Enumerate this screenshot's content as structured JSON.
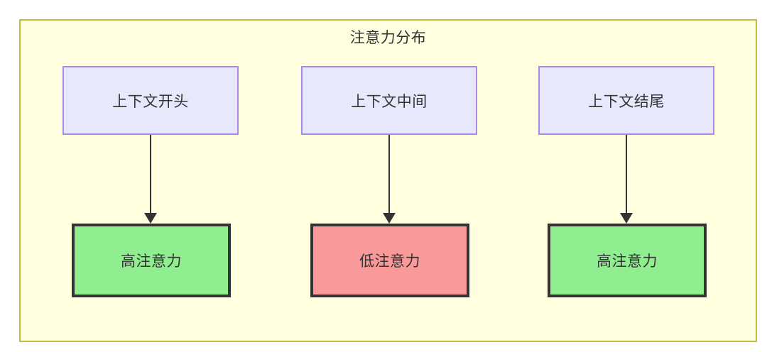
{
  "diagram": {
    "title": "注意力分布",
    "colors": {
      "container_fill": "#ffffe0",
      "container_border": "#bfbf3f",
      "context_fill": "#e8e8fc",
      "context_border": "#a98ae8",
      "high_attention_fill": "#90ee90",
      "low_attention_fill": "#fa9999",
      "node_border": "#333333",
      "text": "#333333",
      "edge": "#333333"
    },
    "context_nodes": [
      {
        "id": "ctx-start",
        "label": "上下文开头"
      },
      {
        "id": "ctx-middle",
        "label": "上下文中间"
      },
      {
        "id": "ctx-end",
        "label": "上下文结尾"
      }
    ],
    "attention_nodes": [
      {
        "id": "attn-1",
        "label": "高注意力",
        "level": "high"
      },
      {
        "id": "attn-2",
        "label": "低注意力",
        "level": "low"
      },
      {
        "id": "attn-3",
        "label": "高注意力",
        "level": "high"
      }
    ],
    "edges": [
      {
        "from": "ctx-start",
        "to": "attn-1",
        "label": ""
      },
      {
        "from": "ctx-middle",
        "to": "attn-2",
        "label": ""
      },
      {
        "from": "ctx-end",
        "to": "attn-3",
        "label": ""
      }
    ]
  }
}
